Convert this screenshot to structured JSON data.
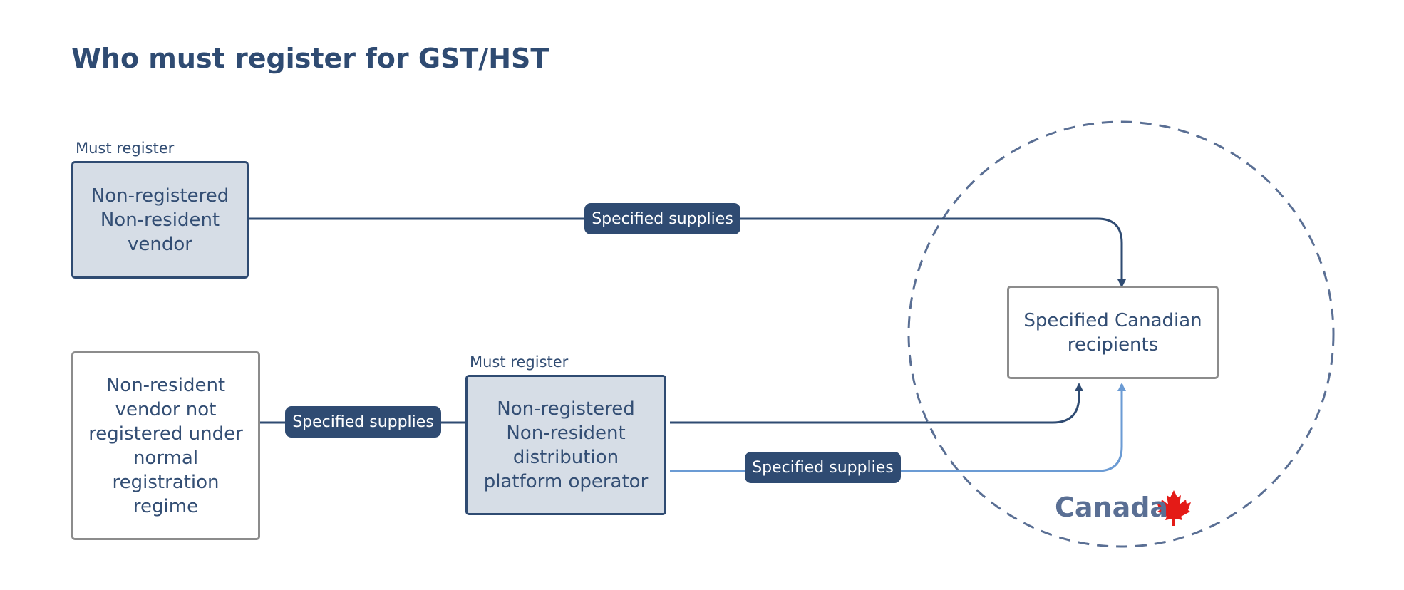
{
  "title": "Who must register for GST/HST",
  "nodes": {
    "vendor_top": {
      "label": "Non-registered\nNon-resident\nvendor",
      "note": "Must register"
    },
    "vendor_bottom": {
      "label": "Non-resident\nvendor not\nregistered under\nnormal\nregistration\nregime"
    },
    "platform_operator": {
      "label": "Non-registered\nNon-resident\ndistribution\nplatform operator",
      "note": "Must register"
    },
    "recipients": {
      "label": "Specified Canadian\nrecipients"
    }
  },
  "edges": {
    "top_flow": {
      "label": "Specified supplies"
    },
    "vendor_to_platform": {
      "label": "Specified supplies"
    },
    "platform_light_flow": {
      "label": "Specified supplies"
    }
  },
  "region": {
    "label": "Canada",
    "icon": "maple-leaf-icon"
  },
  "colors": {
    "dark": "#2f4b72",
    "light": "#6b9bd4",
    "fill": "#d6dde6",
    "gray_border": "#8c8c8c",
    "maple": "#e41b17",
    "region": "#5a6f94"
  }
}
